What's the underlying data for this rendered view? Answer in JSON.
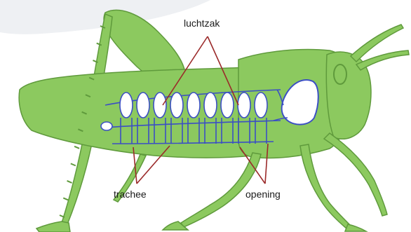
{
  "diagram": {
    "labels": {
      "air_sac": "luchtzak",
      "trachea": "trachee",
      "opening": "opening"
    },
    "colors": {
      "body": "#8cc95f",
      "body_outline": "#5f9a3c",
      "tubes": "#3b4fc4",
      "leader_lines": "#9b2a2a",
      "air_sac_fill": "#ffffff"
    }
  }
}
